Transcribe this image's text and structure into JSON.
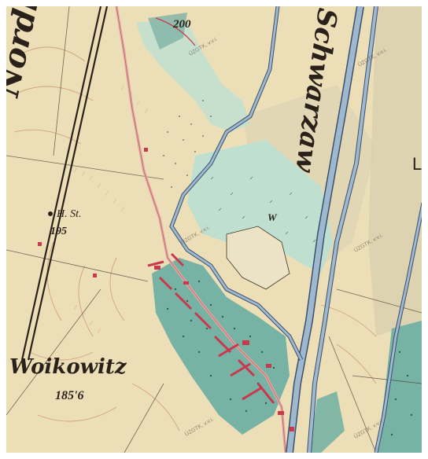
{
  "labels": {
    "rail_line": "Nordbahn",
    "river": "Schwarzaw",
    "village": "Woikowitz",
    "village_height": "185'6",
    "station": "H. St.",
    "station_height": "195",
    "contour_height": "200",
    "forest_symbol": "W",
    "edge_fragment": "L"
  },
  "watermarks": [
    "ÚZGTK, v.v.i.",
    "ÚZGTK, v.v.i.",
    "ÚZGTK, v.v.i.",
    "ÚZGTK, v.v.i.",
    "ÚZGTK, v.v.i.",
    "ÚZGTK, v.v.i."
  ],
  "colors": {
    "paper": "#ecdfb8",
    "meadow": "#bfe0d0",
    "forest": "#77b3a4",
    "water": "#9db8cf",
    "settlement": "#c9384d",
    "road": "#e6a7a3",
    "terrain": "#c98f6a"
  }
}
